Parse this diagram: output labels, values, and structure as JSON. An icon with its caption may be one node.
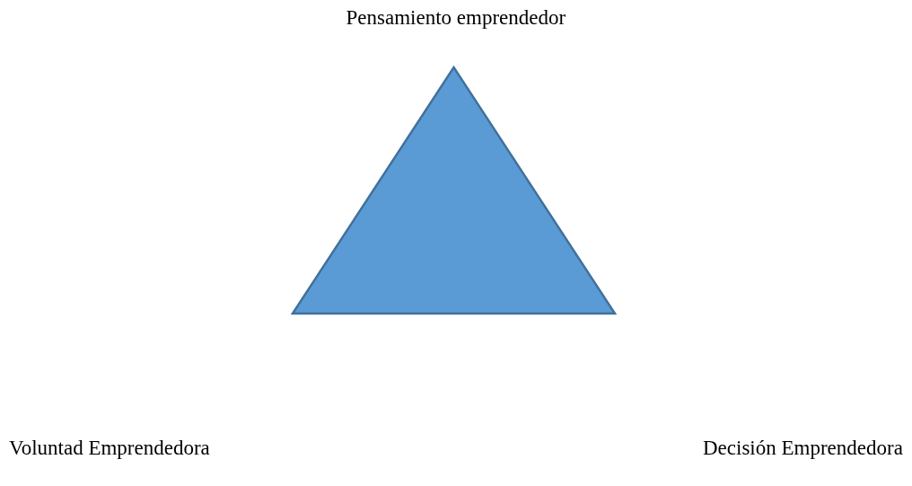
{
  "diagram": {
    "nodes": [
      {
        "text": [],
        "shape": "triangle"
      }
    ],
    "labels": [
      "Pensamiento emprendedor",
      "Voluntad Emprendedora",
      "Decisión Emprendedora"
    ]
  }
}
